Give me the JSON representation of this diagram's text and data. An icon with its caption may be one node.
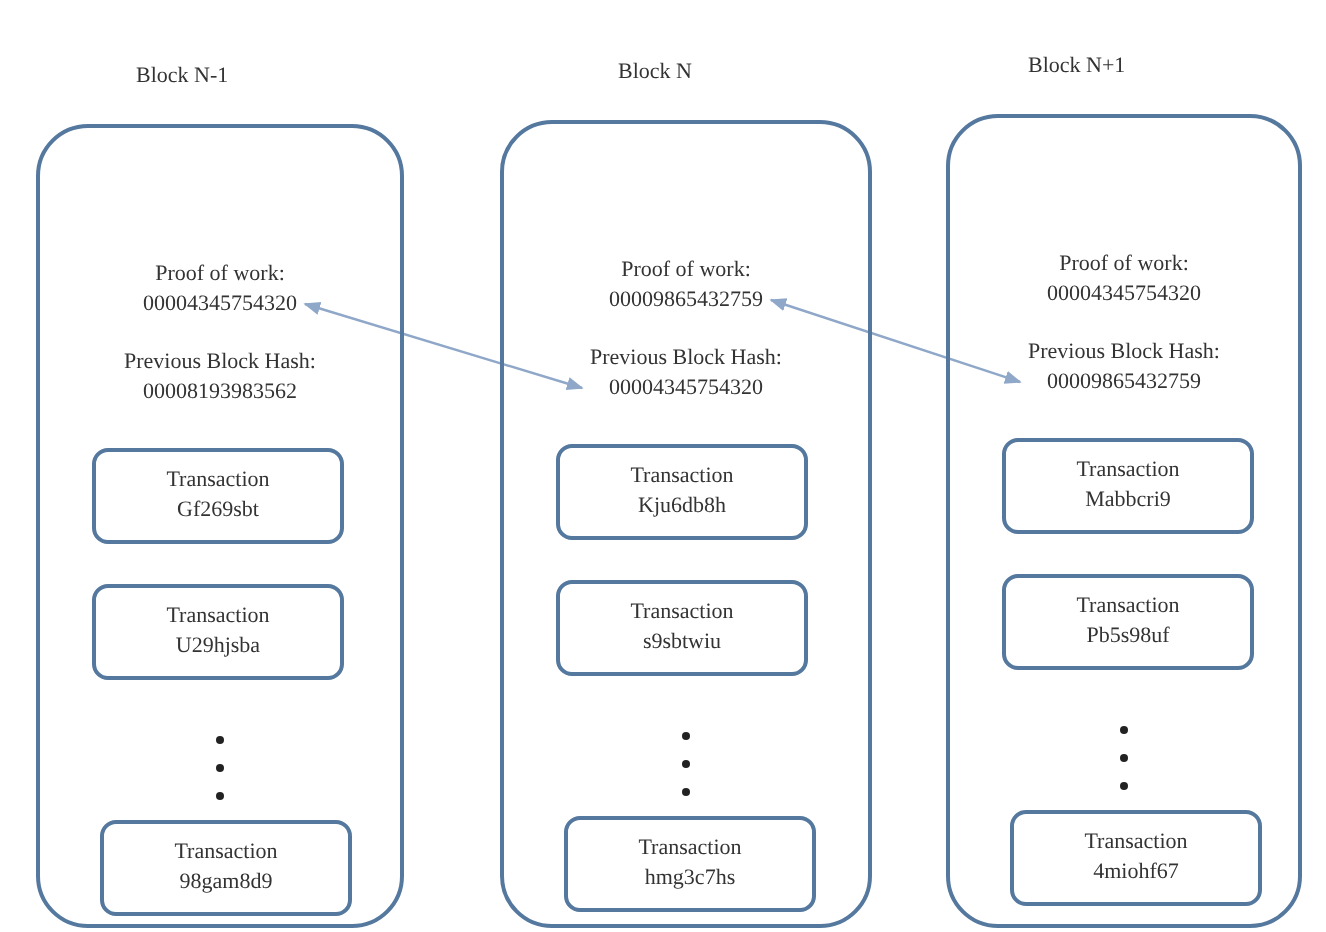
{
  "diagram": {
    "nodes": [
      {
        "text": [
          "Block N-1"
        ]
      },
      {
        "text": [
          "Proof of work:",
          "00004345754320"
        ],
        "in": 0
      },
      {
        "text": [
          "Previous Block Hash:",
          "00008193983562"
        ],
        "in": 0
      },
      {
        "text": [
          "Transaction",
          "Gf269sbt"
        ],
        "in": 0
      },
      {
        "text": [
          "Transaction",
          "U29hjsba"
        ],
        "in": 0
      },
      {
        "text": [
          "Transaction",
          "98gam8d9"
        ],
        "in": 0
      },
      {
        "text": [
          "Block N"
        ]
      },
      {
        "text": [
          "Proof of work:",
          "00009865432759"
        ],
        "in": 6
      },
      {
        "text": [
          "Previous Block Hash:",
          "00004345754320"
        ],
        "in": 6
      },
      {
        "text": [
          "Transaction",
          "Kju6db8h"
        ],
        "in": 6
      },
      {
        "text": [
          "Transaction",
          "s9sbtwiu"
        ],
        "in": 6
      },
      {
        "text": [
          "Transaction",
          "hmg3c7hs"
        ],
        "in": 6
      },
      {
        "text": [
          "Block N+1"
        ]
      },
      {
        "text": [
          "Proof of work:",
          "00004345754320"
        ],
        "in": 12
      },
      {
        "text": [
          "Previous Block Hash:",
          "00009865432759"
        ],
        "in": 12
      },
      {
        "text": [
          "Transaction",
          "Mabbcri9"
        ],
        "in": 12
      },
      {
        "text": [
          "Transaction",
          "Pb5s98uf"
        ],
        "in": 12
      },
      {
        "text": [
          "Transaction",
          "4miohf67"
        ],
        "in": 12
      }
    ],
    "edges": [
      {
        "from": 1,
        "to": 8,
        "arrow": "both"
      },
      {
        "from": 7,
        "to": 14,
        "arrow": "both"
      }
    ]
  }
}
